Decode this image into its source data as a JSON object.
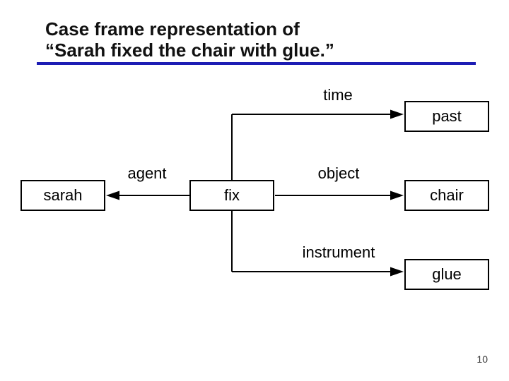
{
  "slide": {
    "title_line1": "Case frame representation of",
    "title_line2": "“Sarah fixed the chair with glue.”",
    "page_number": "10",
    "accent_color": "#1c1cb4",
    "line_color": "#000000"
  },
  "diagram": {
    "type": "case-frame",
    "center_node": "fix",
    "nodes": [
      {
        "id": "sarah",
        "label": "sarah"
      },
      {
        "id": "fix",
        "label": "fix"
      },
      {
        "id": "past",
        "label": "past"
      },
      {
        "id": "chair",
        "label": "chair"
      },
      {
        "id": "glue",
        "label": "glue"
      }
    ],
    "edges": [
      {
        "from": "fix",
        "to": "past",
        "label": "time"
      },
      {
        "from": "fix",
        "to": "sarah",
        "label": "agent"
      },
      {
        "from": "fix",
        "to": "chair",
        "label": "object"
      },
      {
        "from": "fix",
        "to": "glue",
        "label": "instrument"
      }
    ]
  }
}
